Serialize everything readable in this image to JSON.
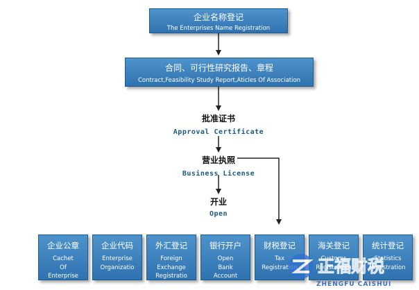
{
  "colors": {
    "box_fill": "#3b80bf",
    "box_border": "#1f5a90",
    "arrow": "#222222",
    "mid_en": "#1a5a86"
  },
  "steps": [
    {
      "cn": "企业名称登记",
      "en": "The Enterprises Name Registration"
    },
    {
      "cn": "合同、可行性研究报告、章程",
      "en": "Contract,Feasibility Study Report,Aticles Of Association"
    },
    {
      "cn": "批准证书",
      "en": "Approval Certificate"
    },
    {
      "cn": "营业执照",
      "en": "Business License"
    },
    {
      "cn": "开业",
      "en": "Open"
    }
  ],
  "registrations": [
    {
      "cn": "企业公章",
      "en": [
        "Cachet",
        "Of",
        "Enterprise"
      ]
    },
    {
      "cn": "企业代码",
      "en": [
        "Enterprise",
        "Organizatio"
      ]
    },
    {
      "cn": "外汇登记",
      "en": [
        "Foreign",
        "Exchange",
        "Registratio"
      ]
    },
    {
      "cn": "银行开户",
      "en": [
        "Open",
        "Bank",
        "Account"
      ]
    },
    {
      "cn": "财税登记",
      "en": [
        "Tax",
        "Registration"
      ]
    },
    {
      "cn": "海关登记",
      "en": [
        "Customs",
        "Registration"
      ]
    },
    {
      "cn": "统计登记",
      "en": [
        "Statistics",
        "Registration"
      ]
    }
  ],
  "watermark": {
    "text": "正福财税",
    "subtext": "ZHENGFU CAISHUI"
  }
}
